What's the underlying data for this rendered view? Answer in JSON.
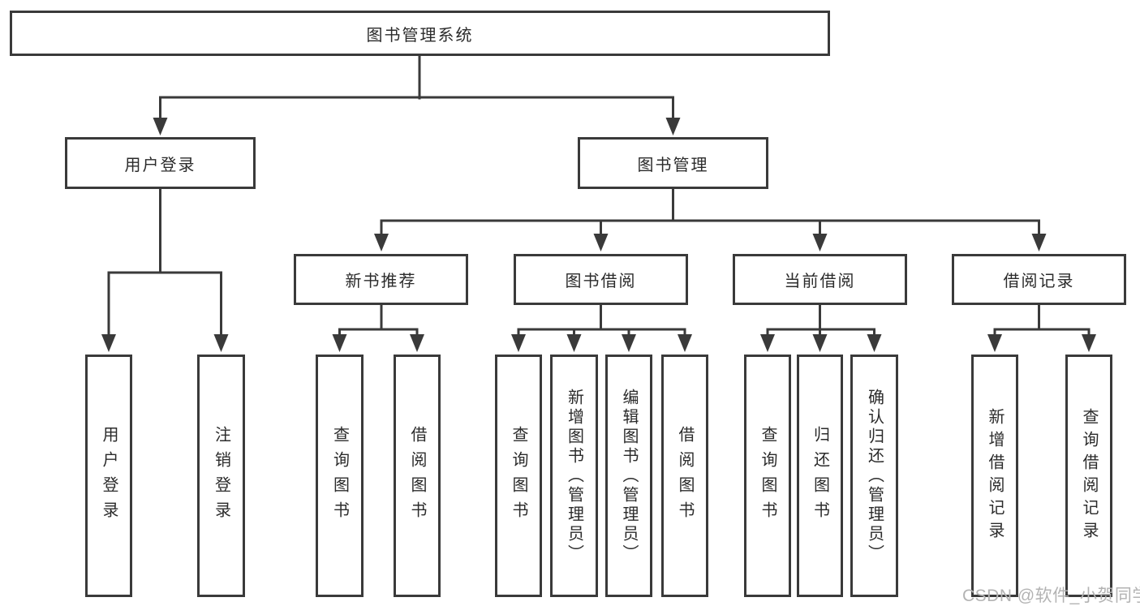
{
  "nodes": {
    "root": "图书管理系统",
    "user_login_module": "用户登录",
    "book_management_module": "图书管理",
    "new_book_recommend": "新书推荐",
    "book_borrow": "图书借阅",
    "current_borrow": "当前借阅",
    "borrow_record": "借阅记录",
    "leaf_user_login": "用户登录",
    "leaf_logout": "注销登录",
    "leaf_nbr_query_book": "查询图书",
    "leaf_nbr_borrow_book": "借阅图书",
    "leaf_bb_query_book": "查询图书",
    "leaf_bb_add_book_admin": "新增图书（管理员）",
    "leaf_bb_edit_book_admin": "编辑图书（管理员）",
    "leaf_bb_borrow_book": "借阅图书",
    "leaf_cb_query_book": "查询图书",
    "leaf_cb_return_book": "归还图书",
    "leaf_cb_confirm_return_admin": "确认归还（管理员）",
    "leaf_br_add_record": "新增借阅记录",
    "leaf_br_query_record": "查询借阅记录"
  },
  "watermark": {
    "text": "CSDN @软件_小贺同学"
  },
  "colors": {
    "line": "#3a3a3a",
    "text": "#2b2b2b",
    "watermark": "#b3b3b3",
    "background": "#ffffff"
  }
}
